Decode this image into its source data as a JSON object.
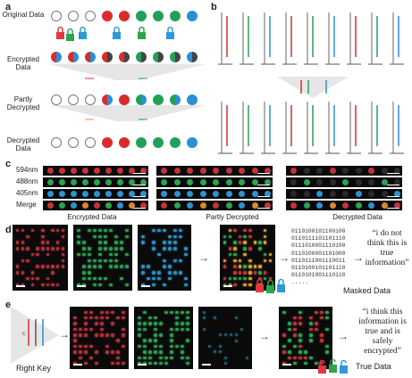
{
  "panel_labels": {
    "a": "a",
    "b": "b",
    "c": "c",
    "d": "d",
    "e": "e"
  },
  "panel_a": {
    "rows": [
      "Original Data",
      "Encrypted Data",
      "Partly Decrypted",
      "Decrypted Data"
    ],
    "colors": {
      "red": "#d82c2c",
      "green": "#22a05a",
      "blue": "#2a8fd4",
      "lock_red": "#e0393e",
      "lock_green": "#2ca44e",
      "lock_blue": "#2b9ad6"
    }
  },
  "panel_c": {
    "channels": [
      "594nm",
      "488nm",
      "405nm",
      "Merge"
    ],
    "captions": [
      "Encrypted Data",
      "Partly Decrypted",
      "Decrypted Data"
    ]
  },
  "panel_d": {
    "binary": [
      "0110100101100100",
      "0110111101101110",
      "0111010001110100",
      "0110100001101000",
      "0110111001110011",
      "0110100101101110",
      "0110101001110110",
      "....."
    ],
    "quote": "“i do not think this is true information”",
    "label": "Masked Data"
  },
  "panel_e": {
    "key_label": "Right Key",
    "quote": "“i think this information is true and is safely encrypted”",
    "label": "True Data"
  }
}
